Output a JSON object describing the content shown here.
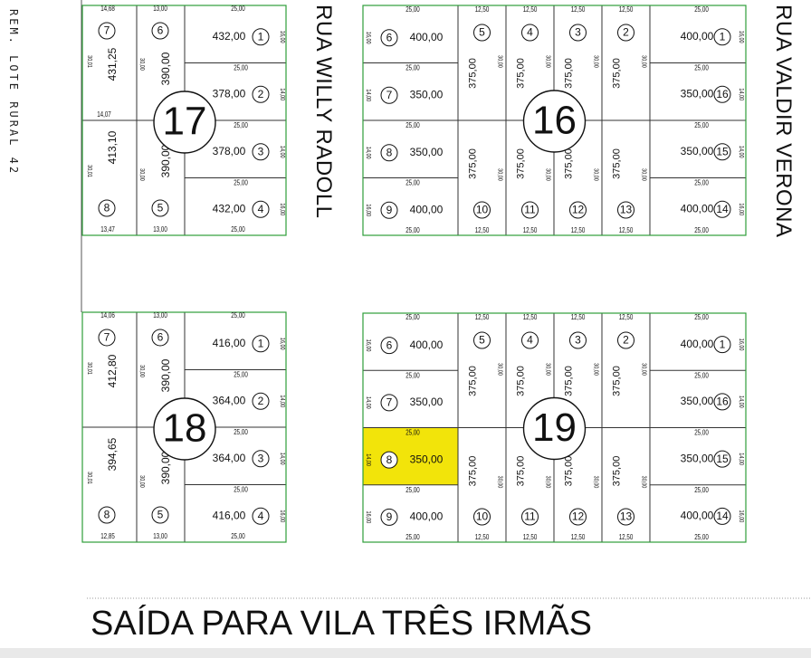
{
  "streets": {
    "rua_willy_radoll": "RUA WILLY RADOLL",
    "rua_valdir_verona": "RUA VALDIR VERONA",
    "rem_lote_rural": "REM. LOTE RURAL 42",
    "saida": "SAÍDA PARA VILA TRÊS IRMÃS"
  },
  "colors": {
    "block_border": "#2e9e3a",
    "lot_line": "#333333",
    "highlight": "#f2e40a"
  },
  "blocks": [
    {
      "id": "17",
      "number": "17",
      "top_labels": [
        "14,68",
        "13,00",
        "25,00"
      ],
      "bottom_labels": [
        "13,47",
        "13,00",
        "25,00"
      ],
      "mid_labels": [
        "14,07"
      ],
      "right_lots": [
        {
          "num": "1",
          "area": "432,00",
          "front": "25,00",
          "side": "16,00"
        },
        {
          "num": "2",
          "area": "378,00",
          "front": "25,00",
          "side": "14,00"
        },
        {
          "num": "3",
          "area": "378,00",
          "front": "25,00",
          "side": "14,00"
        },
        {
          "num": "4",
          "area": "432,00",
          "front": "25,00",
          "side": "16,00"
        }
      ],
      "left_lots": [
        {
          "num": "7",
          "area": "431,25",
          "side": "30,01"
        },
        {
          "num": "6",
          "area": "390,00",
          "side": "30,00"
        },
        {
          "num": "8",
          "area": "413,10",
          "side": "30,01"
        },
        {
          "num": "5",
          "area": "390,00",
          "side": "30,00"
        }
      ]
    },
    {
      "id": "16",
      "number": "16",
      "top_labels": [
        "25,00",
        "12,50",
        "12,50",
        "12,50",
        "12,50",
        "25,00"
      ],
      "bottom_labels": [
        "25,00",
        "12,50",
        "12,50",
        "12,50",
        "12,50",
        "25,00"
      ],
      "left_lots": [
        {
          "num": "6",
          "area": "400,00",
          "front": "25,00",
          "side": "16,00"
        },
        {
          "num": "7",
          "area": "350,00",
          "front": "25,00",
          "side": "14,00"
        },
        {
          "num": "8",
          "area": "350,00",
          "front": "25,00",
          "side": "14,00"
        },
        {
          "num": "9",
          "area": "400,00",
          "front": "25,00",
          "side": "16,00"
        }
      ],
      "right_lots": [
        {
          "num": "1",
          "area": "400,00",
          "front": "25,00",
          "side": "16,00"
        },
        {
          "num": "16",
          "area": "350,00",
          "front": "25,00",
          "side": "14,00"
        },
        {
          "num": "15",
          "area": "350,00",
          "front": "25,00",
          "side": "14,00"
        },
        {
          "num": "14",
          "area": "400,00",
          "front": "25,00",
          "side": "16,00"
        }
      ],
      "mid_top": [
        {
          "num": "5",
          "area": "375,00",
          "side": "30,00"
        },
        {
          "num": "4",
          "area": "375,00",
          "side": "30,00"
        },
        {
          "num": "3",
          "area": "375,00",
          "side": "30,00"
        },
        {
          "num": "2",
          "area": "375,00",
          "side": "30,00"
        }
      ],
      "mid_bottom": [
        {
          "num": "10",
          "area": "375,00",
          "side": "30,00"
        },
        {
          "num": "11",
          "area": "375,00",
          "side": "30,00"
        },
        {
          "num": "12",
          "area": "375,00",
          "side": "30,00"
        },
        {
          "num": "13",
          "area": "375,00",
          "side": "30,00"
        }
      ]
    },
    {
      "id": "18",
      "number": "18",
      "top_labels": [
        "14,06",
        "13,00",
        "25,00"
      ],
      "bottom_labels": [
        "12,85",
        "13,00",
        "25,00"
      ],
      "right_lots": [
        {
          "num": "1",
          "area": "416,00",
          "front": "25,00",
          "side": "16,00"
        },
        {
          "num": "2",
          "area": "364,00",
          "front": "25,00",
          "side": "14,00"
        },
        {
          "num": "3",
          "area": "364,00",
          "front": "25,00",
          "side": "14,00"
        },
        {
          "num": "4",
          "area": "416,00",
          "front": "25,00",
          "side": "16,00"
        }
      ],
      "left_lots": [
        {
          "num": "7",
          "area": "412,80",
          "side": "30,01"
        },
        {
          "num": "6",
          "area": "390,00",
          "side": "30,00"
        },
        {
          "num": "8",
          "area": "394,65",
          "side": "30,01"
        },
        {
          "num": "5",
          "area": "390,00",
          "side": "30,00"
        }
      ]
    },
    {
      "id": "19",
      "number": "19",
      "top_labels": [
        "25,00",
        "12,50",
        "12,50",
        "12,50",
        "12,50",
        "25,00"
      ],
      "bottom_labels": [
        "25,00",
        "12,50",
        "12,50",
        "12,50",
        "12,50",
        "25,00"
      ],
      "left_lots": [
        {
          "num": "6",
          "area": "400,00",
          "front": "25,00",
          "side": "16,00"
        },
        {
          "num": "7",
          "area": "350,00",
          "front": "25,00",
          "side": "14,00"
        },
        {
          "num": "8",
          "area": "350,00",
          "front": "25,00",
          "side": "14,00",
          "highlight": true
        },
        {
          "num": "9",
          "area": "400,00",
          "front": "25,00",
          "side": "16,00"
        }
      ],
      "right_lots": [
        {
          "num": "1",
          "area": "400,00",
          "front": "25,00",
          "side": "16,00"
        },
        {
          "num": "16",
          "area": "350,00",
          "front": "25,00",
          "side": "14,00"
        },
        {
          "num": "15",
          "area": "350,00",
          "front": "25,00",
          "side": "14,00"
        },
        {
          "num": "14",
          "area": "400,00",
          "front": "25,00",
          "side": "16,00"
        }
      ],
      "mid_top": [
        {
          "num": "5",
          "area": "375,00",
          "side": "30,00"
        },
        {
          "num": "4",
          "area": "375,00",
          "side": "30,00"
        },
        {
          "num": "3",
          "area": "375,00",
          "side": "30,00"
        },
        {
          "num": "2",
          "area": "375,00",
          "side": "30,00"
        }
      ],
      "mid_bottom": [
        {
          "num": "10",
          "area": "375,00",
          "side": "30,00"
        },
        {
          "num": "11",
          "area": "375,00",
          "side": "30,00"
        },
        {
          "num": "12",
          "area": "375,00",
          "side": "30,00"
        },
        {
          "num": "13",
          "area": "375,00",
          "side": "30,00"
        }
      ]
    }
  ]
}
